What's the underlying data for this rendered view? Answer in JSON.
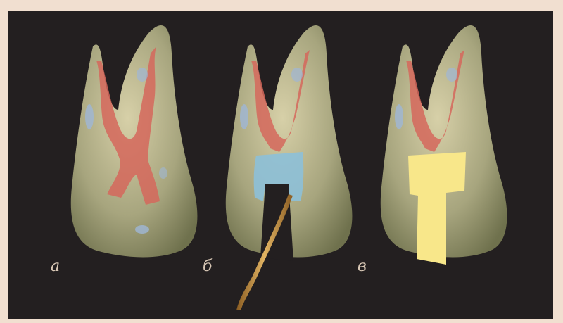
{
  "figure": {
    "background": "#231f20",
    "border_color": "#f1dfd0",
    "panels": [
      {
        "id": "a",
        "label": "а",
        "stage": "canal-before"
      },
      {
        "id": "b",
        "label": "б",
        "stage": "canal-with-instrument"
      },
      {
        "id": "c",
        "label": "в",
        "stage": "canal-filled"
      }
    ],
    "colors": {
      "tooth": "#b9b38c",
      "pulp": "#d5675c",
      "blue_spots": "#9fb7d6",
      "instrument": "#c79442",
      "filling_blue": "#8dc0d8",
      "filling_yellow": "#f8e78a"
    }
  }
}
